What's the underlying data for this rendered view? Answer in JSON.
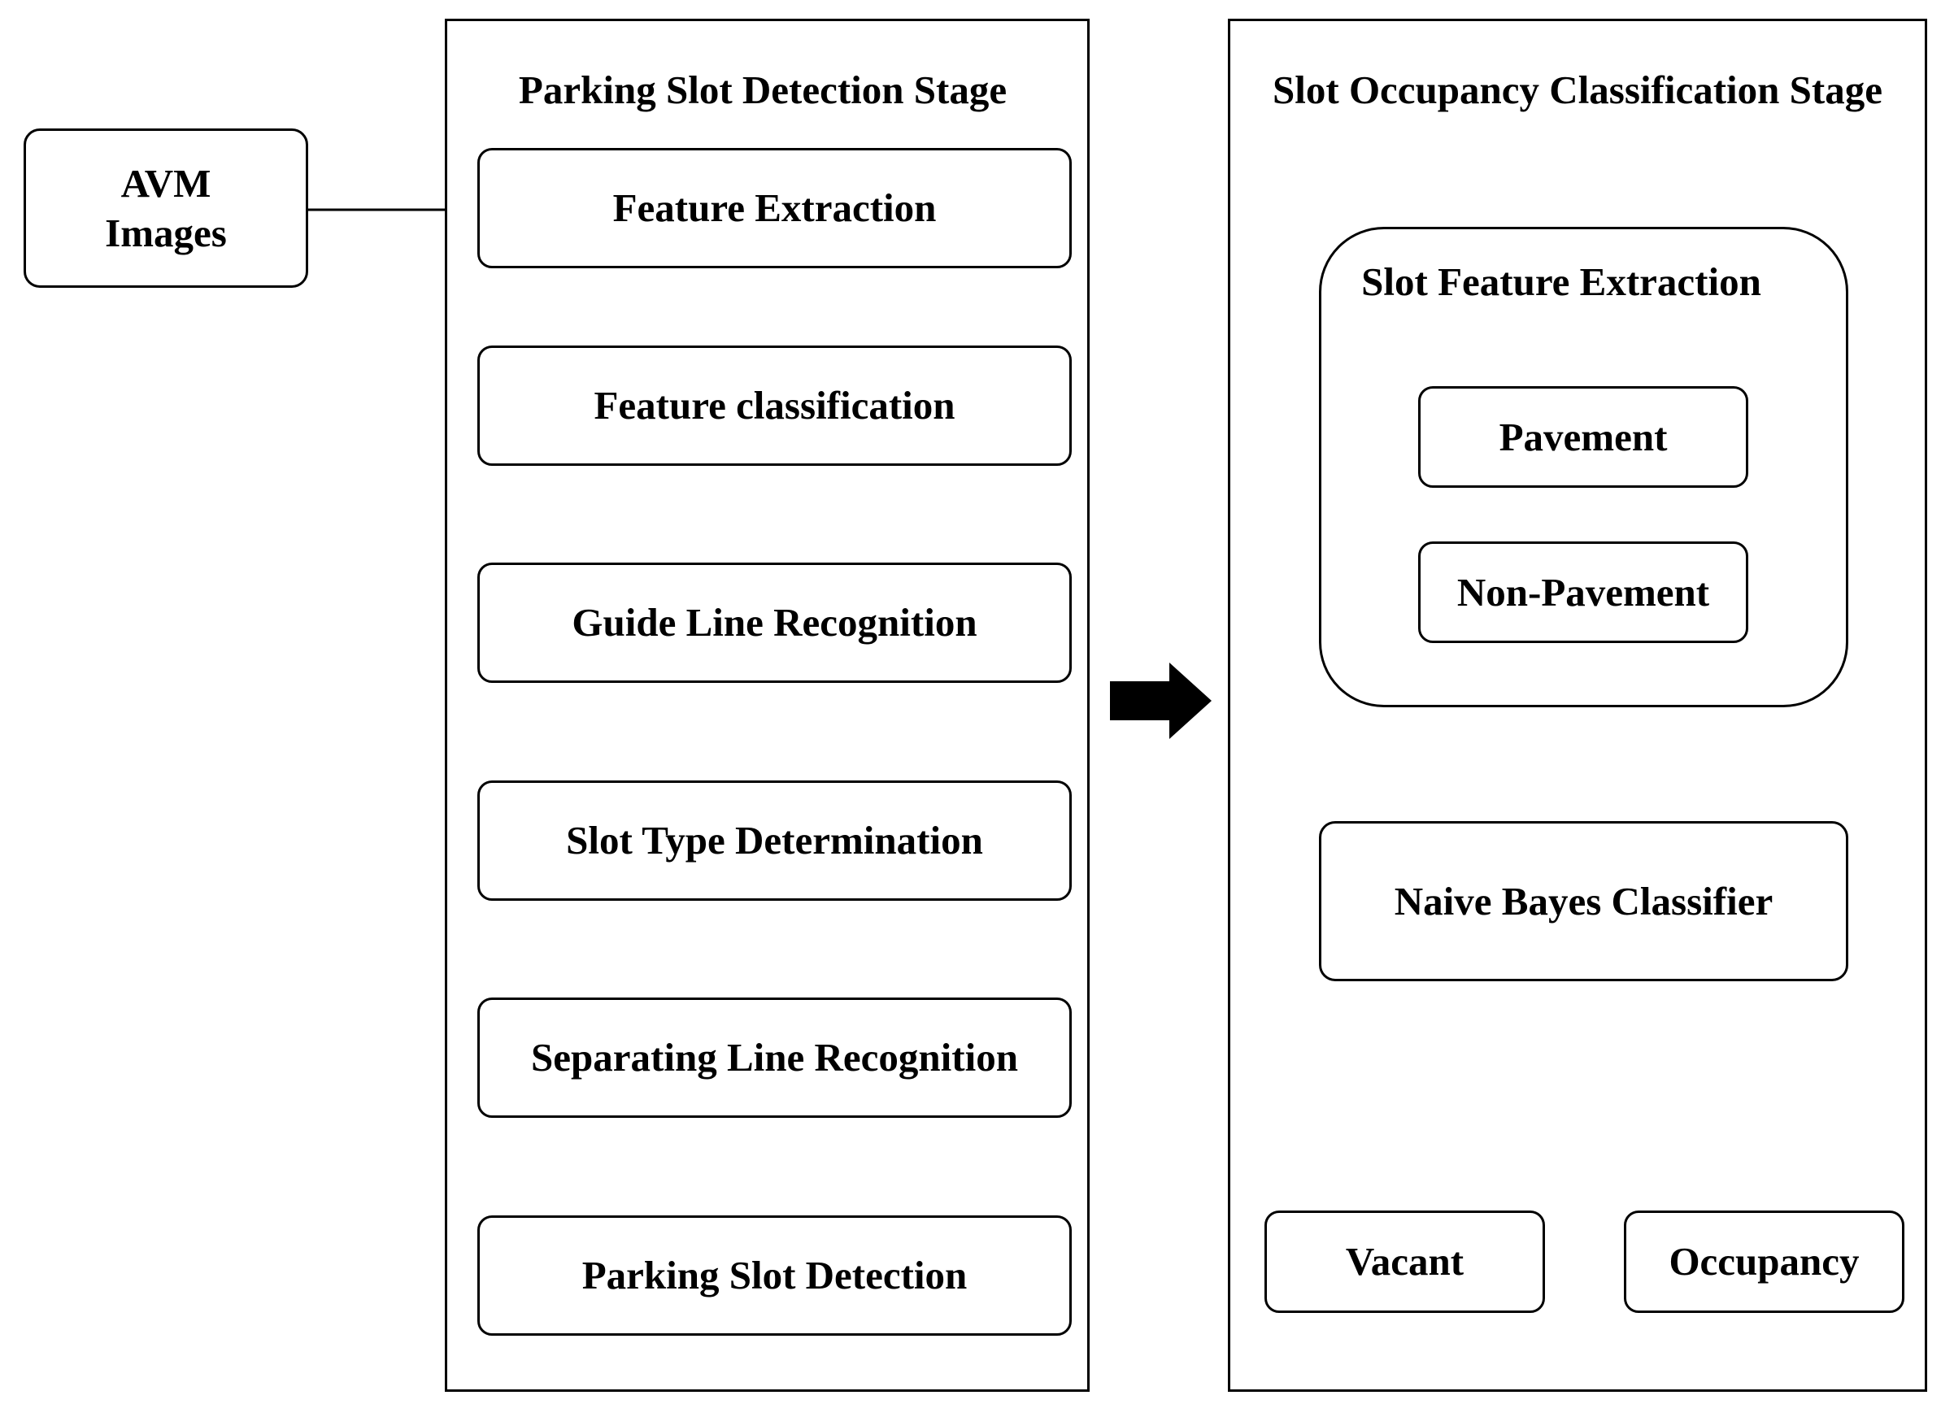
{
  "input": {
    "lines": [
      "AVM",
      "Images"
    ]
  },
  "detection_stage": {
    "title": "Parking Slot Detection Stage",
    "steps": [
      "Feature Extraction",
      "Feature classification",
      "Guide Line Recognition",
      "Slot Type Determination",
      "Separating Line Recognition",
      "Parking Slot Detection"
    ]
  },
  "classification_stage": {
    "title": "Slot Occupancy Classification Stage",
    "feature_group": {
      "title": "Slot Feature Extraction",
      "items": [
        "Pavement",
        "Non-Pavement"
      ]
    },
    "classifier": "Naive Bayes Classifier",
    "outputs": [
      "Vacant",
      "Occupancy"
    ]
  }
}
